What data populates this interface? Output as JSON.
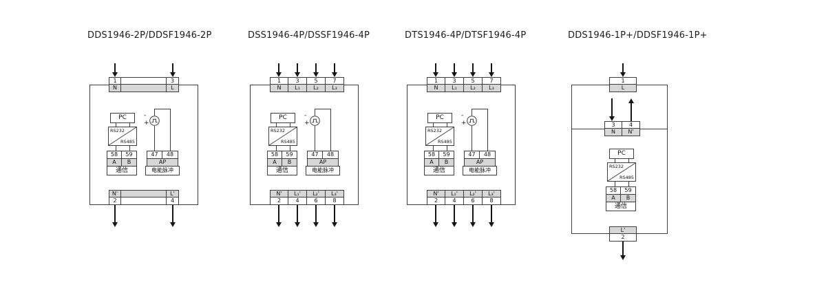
{
  "diagrams": [
    {
      "title": "DDS1946-2P/DDSF1946-2P",
      "top": {
        "nums": [
          "1",
          "3"
        ],
        "labels": [
          "N",
          "L"
        ]
      },
      "bottom": {
        "labels": [
          "N'",
          "L'"
        ],
        "nums": [
          "2",
          "4"
        ]
      },
      "pc": "PC",
      "converter": {
        "upper": "RS232",
        "lower": "RS485"
      },
      "comm": {
        "nums": [
          "58",
          "59"
        ],
        "ab": [
          "A",
          "B"
        ],
        "name": "通信"
      },
      "pulse": {
        "nums": [
          "47",
          "48"
        ],
        "ap": "AP",
        "name": "电能脉冲",
        "minus": "-",
        "plus": "+"
      }
    },
    {
      "title": "DSS1946-4P/DSSF1946-4P",
      "top": {
        "nums": [
          "1",
          "3",
          "5",
          "7"
        ],
        "labels": [
          "N",
          "L₁",
          "L₂",
          "L₃"
        ]
      },
      "bottom": {
        "labels": [
          "N'",
          "L₁'",
          "L₂'",
          "L₃'"
        ],
        "nums": [
          "2",
          "4",
          "6",
          "8"
        ]
      },
      "pc": "PC",
      "converter": {
        "upper": "RS232",
        "lower": "RS485"
      },
      "comm": {
        "nums": [
          "58",
          "59"
        ],
        "ab": [
          "A",
          "B"
        ],
        "name": "通信"
      },
      "pulse": {
        "nums": [
          "47",
          "48"
        ],
        "ap": "AP",
        "name": "电能脉冲",
        "minus": "-",
        "plus": "+"
      }
    },
    {
      "title": "DTS1946-4P/DTSF1946-4P",
      "top": {
        "nums": [
          "1",
          "3",
          "5",
          "7"
        ],
        "labels": [
          "N",
          "L₁",
          "L₂",
          "L₃"
        ]
      },
      "bottom": {
        "labels": [
          "N'",
          "L₁'",
          "L₂'",
          "L₃'"
        ],
        "nums": [
          "2",
          "4",
          "6",
          "8"
        ]
      },
      "pc": "PC",
      "converter": {
        "upper": "RS232",
        "lower": "RS485"
      },
      "comm": {
        "nums": [
          "58",
          "59"
        ],
        "ab": [
          "A",
          "B"
        ],
        "name": "通信"
      },
      "pulse": {
        "nums": [
          "47",
          "48"
        ],
        "ap": "AP",
        "name": "电能脉冲",
        "minus": "-",
        "plus": "+"
      }
    },
    {
      "title": "DDS1946-1P+/DDSF1946-1P+",
      "top": {
        "nums": [
          "1"
        ],
        "labels": [
          "L"
        ]
      },
      "mid": {
        "nums": [
          "3",
          "4"
        ],
        "labels": [
          "N",
          "N'"
        ]
      },
      "bottom": {
        "labels": [
          "L'"
        ],
        "nums": [
          "2"
        ]
      },
      "pc": "PC",
      "converter": {
        "upper": "RS232",
        "lower": "RS485"
      },
      "comm": {
        "nums": [
          "58",
          "59"
        ],
        "ab": [
          "A",
          "B"
        ],
        "name": "通信"
      }
    }
  ],
  "colors": {
    "line": "#3c3c3c",
    "shade": "#d7d7d7",
    "text": "#111111"
  }
}
